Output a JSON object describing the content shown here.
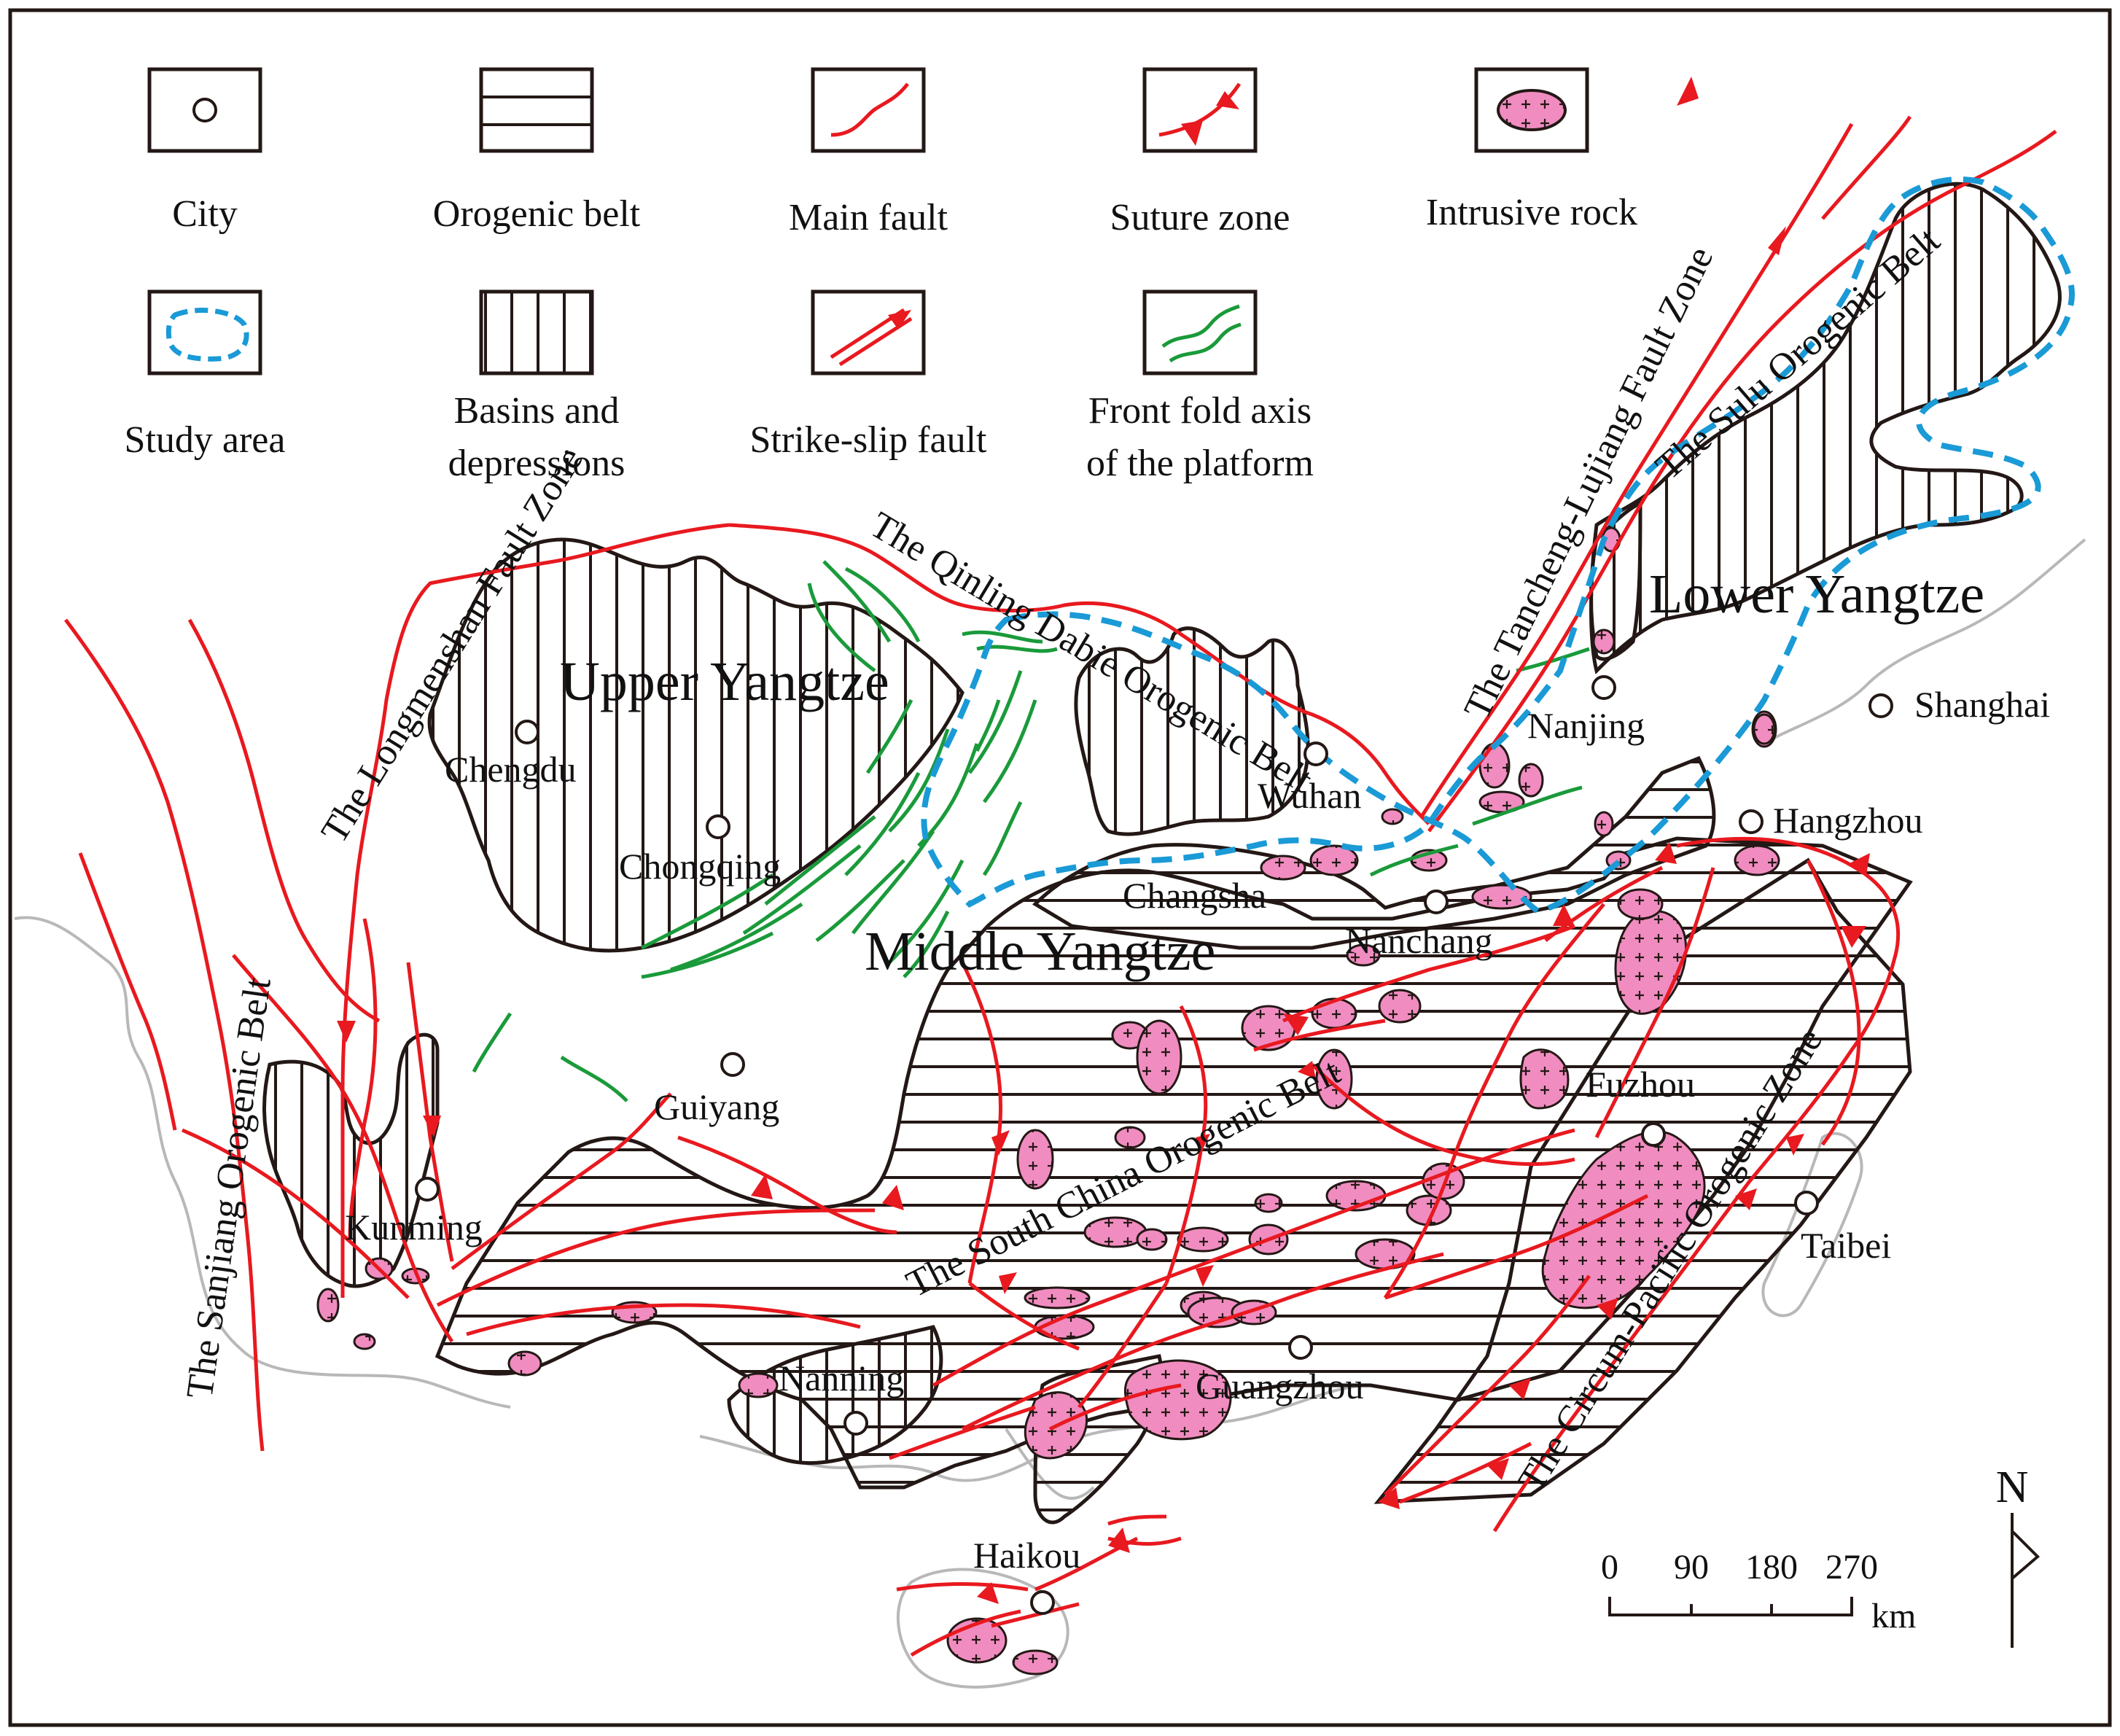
{
  "legend": {
    "city": "City",
    "orogenic_belt": "Orogenic belt",
    "main_fault": "Main fault",
    "suture_zone": "Suture zone",
    "intrusive_rock": "Intrusive rock",
    "study_area": "Study area",
    "basins_1": "Basins and",
    "basins_2": "depressions",
    "strike_slip": "Strike-slip fault",
    "fold_1": "Front fold axis",
    "fold_2": "of the platform"
  },
  "regions": {
    "upper": "Upper  Yangtze",
    "middle": "Middle Yangtze",
    "lower": "Lower Yangtze"
  },
  "zones": {
    "longmenshan": "The Longmenshan Fault Zone",
    "qinling": "The Qinling Dabie Orogenic Belt",
    "tancheng": "The Tancheng-Lujiang Fault Zone",
    "sulu": "The Sulu Orogenic Belt",
    "sanjiang": "The Sanjiang Orogenic Belt",
    "south_china": "The South China Orogenic Belt",
    "circum_pacific": "The Circum-Pacific Orogenic Zone"
  },
  "cities": {
    "shanghai": "Shanghai",
    "nanjing": "Nanjing",
    "wuhan": "Wuhan",
    "hangzhou": "Hangzhou",
    "chengdu": "Chengdu",
    "chongqing": "Chongqing",
    "changsha": "Changsha",
    "nanchang": "Nanchang",
    "guiyang": "Guiyang",
    "fuzhou": "Fuzhou",
    "kunming": "Kunming",
    "taibei": "Taibei",
    "nanning": "Nanning",
    "guangzhou": "Guangzhou",
    "haikou": "Haikou"
  },
  "scale": {
    "ticks": [
      "0",
      "90",
      "180",
      "270"
    ],
    "unit": "km"
  },
  "north": "N",
  "colors": {
    "fault": "#e8191f",
    "study_area": "#1a9ad6",
    "fold_axis": "#1a9a3a",
    "intrusive": "#f08cc0",
    "outline": "#231815",
    "coast": "#b8b8b8"
  }
}
